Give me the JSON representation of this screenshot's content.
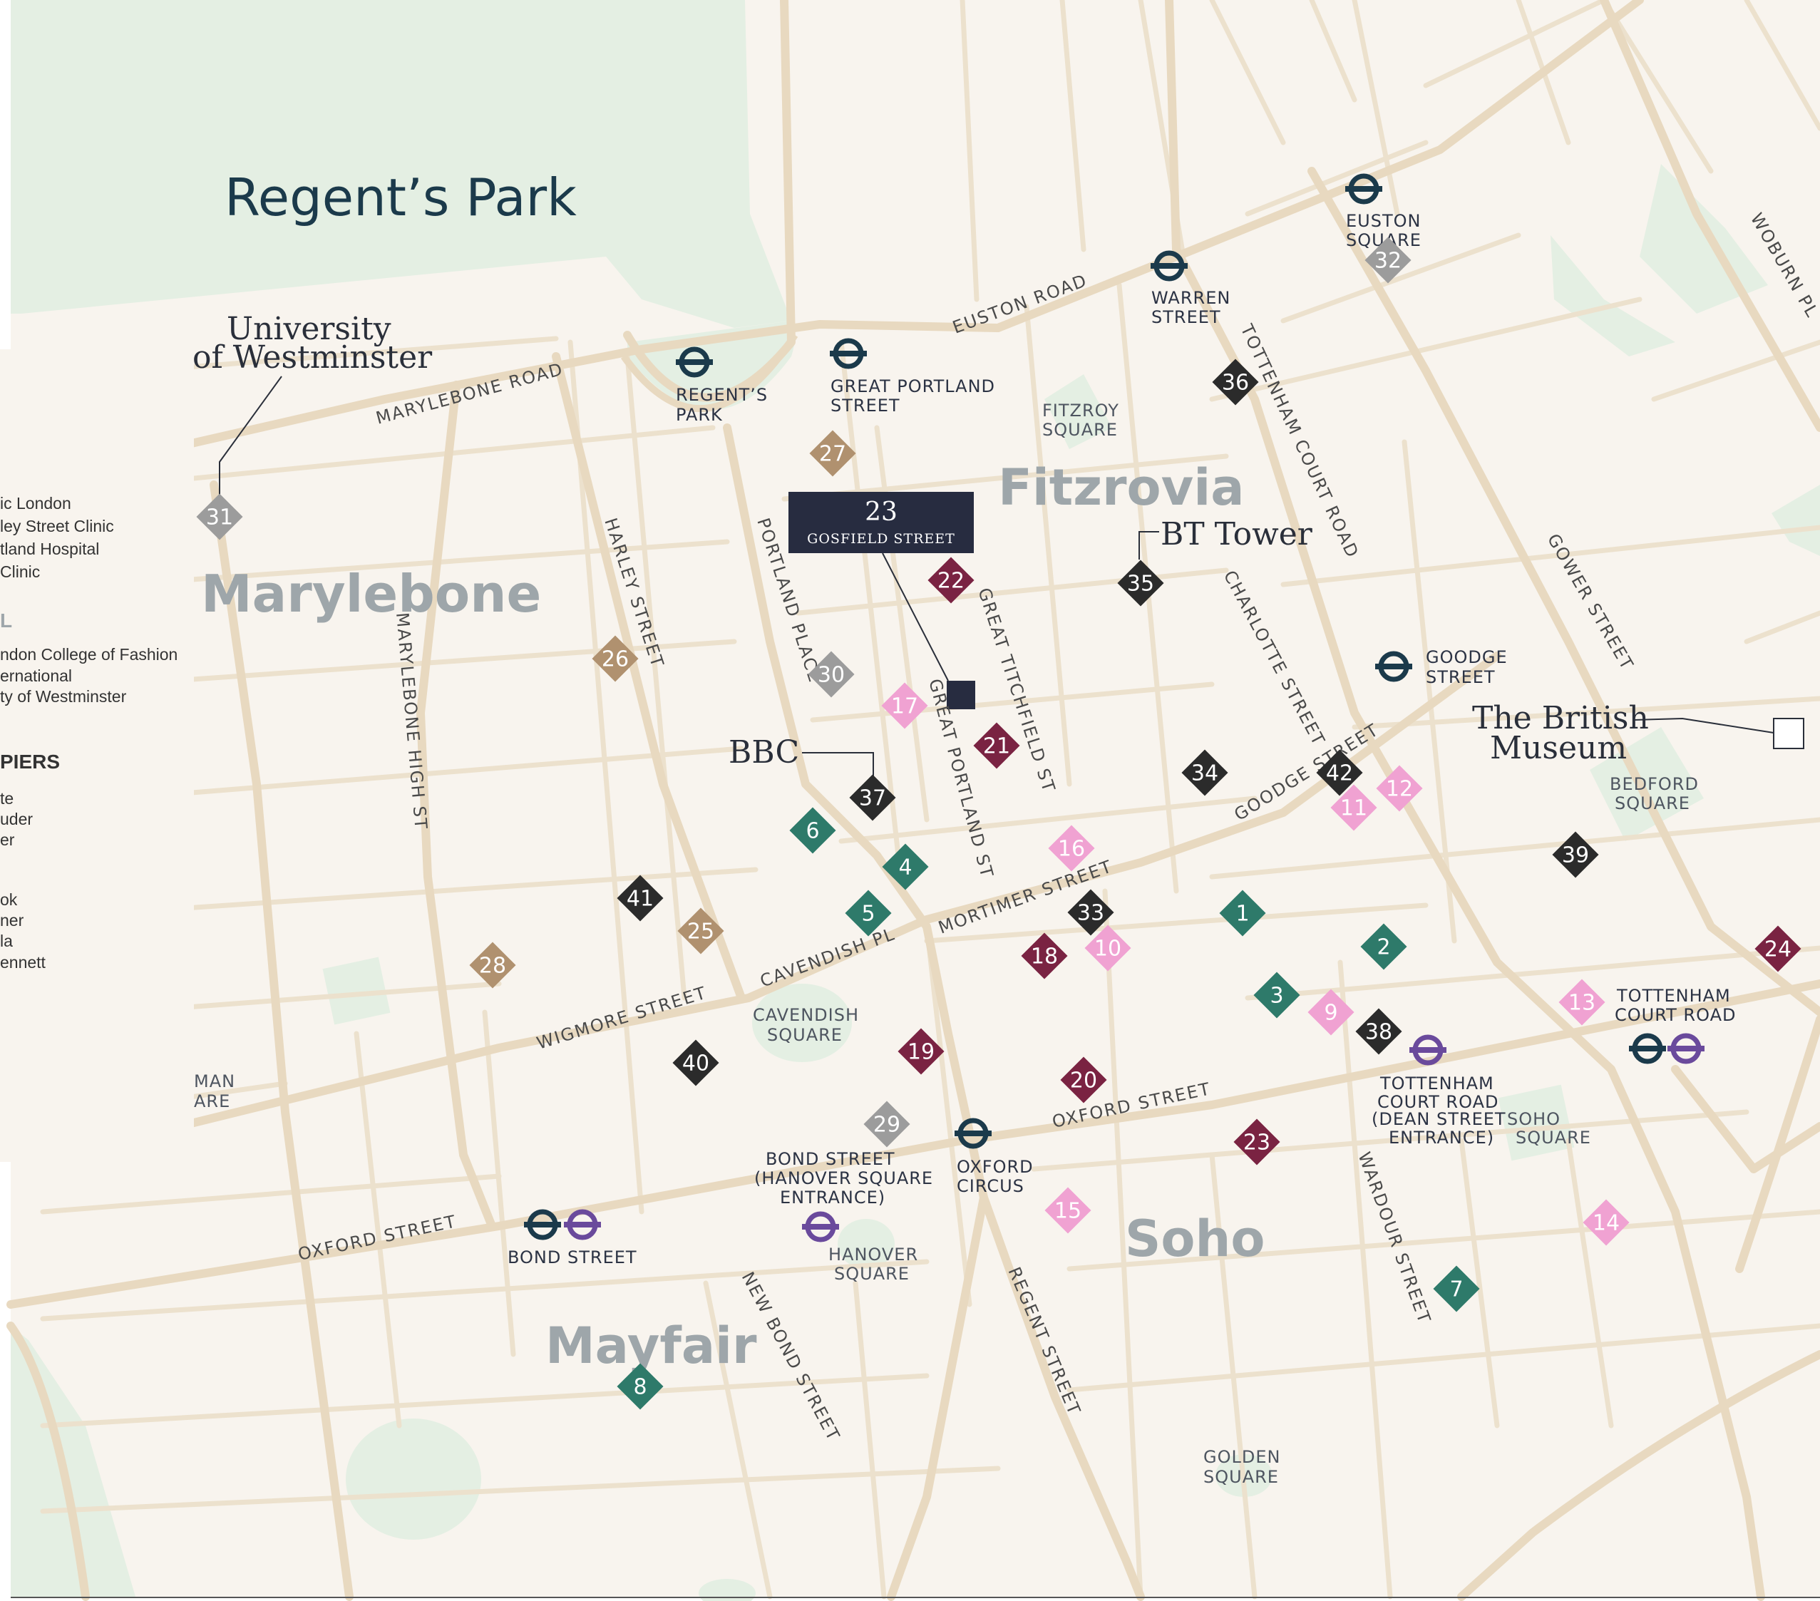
{
  "colors": {
    "background": "#f8f4ee",
    "park": "#e4efe3",
    "road": "#e8d9c0",
    "residential": "#2e7a6a",
    "retail": "#7a2342",
    "food": "#f0a2d2",
    "culture": "#2b2b2b",
    "medical": "#9c9c9c",
    "education": "#b0916f",
    "underground": "#1b3a4b",
    "elizabeth_line": "#6a4a9c",
    "site_box": "#272c40"
  },
  "title_park": "Regent’s Park",
  "districts": [
    "Marylebone",
    "Fitzrovia",
    "Soho",
    "Mayfair"
  ],
  "landmarks": {
    "westminster_line1": "University",
    "westminster_line2": "of Westminster",
    "bbc": "BBC",
    "bt_tower": "BT Tower",
    "museum_line1": "The British",
    "museum_line2": "Museum"
  },
  "site": {
    "number": "23",
    "name": "GOSFIELD STREET"
  },
  "streets": {
    "euston_road": "EUSTON ROAD",
    "marylebone_road": "MARYLEBONE ROAD",
    "harley_street": "HARLEY STREET",
    "portland_place": "PORTLAND PLACE",
    "marylebone_high_st": "MARYLEBONE HIGH ST",
    "great_titchfield_st": "GREAT TITCHFIELD ST",
    "great_portland_st": "GREAT PORTLAND ST",
    "charlotte_street": "CHARLOTTE STREET",
    "tottenham_court_road": "TOTTENHAM COURT ROAD",
    "gower_street": "GOWER STREET",
    "woburn_pl": "WOBURN PL",
    "goodge_street": "GOODGE STREET",
    "mortimer_street": "MORTIMER STREET",
    "cavendish_pl": "CAVENDISH PL",
    "wigmore_street": "WIGMORE STREET",
    "oxford_street_east": "OXFORD STREET",
    "oxford_street_west": "OXFORD STREET",
    "new_bond_street": "NEW BOND STREET",
    "regent_street": "REGENT STREET",
    "wardour_street": "WARDOUR STREET"
  },
  "stations": {
    "euston_square": [
      "EUSTON",
      "SQUARE"
    ],
    "warren_street": [
      "WARREN",
      "STREET"
    ],
    "regents_park": [
      "REGENT’S",
      "PARK"
    ],
    "great_portland_street": [
      "GREAT PORTLAND",
      "STREET"
    ],
    "goodge_street": [
      "GOODGE",
      "STREET"
    ],
    "tottenham_court_road": [
      "TOTTENHAM",
      "COURT ROAD"
    ],
    "tcr_dean_street": [
      "TOTTENHAM",
      "COURT ROAD",
      "(DEAN STREET",
      "ENTRANCE)"
    ],
    "oxford_circus": [
      "OXFORD",
      "CIRCUS"
    ],
    "bond_street_hanover": [
      "BOND STREET",
      "(HANOVER SQUARE",
      "ENTRANCE)"
    ],
    "bond_street": [
      "BOND STREET"
    ]
  },
  "squares": {
    "fitzroy_square": [
      "FITZROY",
      "SQUARE"
    ],
    "bedford_square": [
      "BEDFORD",
      "SQUARE"
    ],
    "cavendish_square": [
      "CAVENDISH",
      "SQUARE"
    ],
    "soho_square": [
      "SOHO",
      "SQUARE"
    ],
    "hanover_square": [
      "HANOVER",
      "SQUARE"
    ],
    "golden_square": [
      "GOLDEN",
      "SQUARE"
    ],
    "manchester_square": [
      "MAN",
      "ARE"
    ]
  },
  "legend": {
    "lines": [
      "ic London",
      "ley Street Clinic",
      "tland Hospital",
      "Clinic"
    ],
    "section_l": "L",
    "lines2": [
      "ndon College of Fashion",
      "ernational",
      "ty of Westminster"
    ],
    "section_piers": "PIERS",
    "lines3": [
      "te",
      "uder",
      "er",
      "ok",
      "ner",
      "la",
      "ennett"
    ]
  },
  "markers": [
    {
      "n": "1",
      "cat": "residential"
    },
    {
      "n": "2",
      "cat": "residential"
    },
    {
      "n": "3",
      "cat": "residential"
    },
    {
      "n": "4",
      "cat": "residential"
    },
    {
      "n": "5",
      "cat": "residential"
    },
    {
      "n": "6",
      "cat": "residential"
    },
    {
      "n": "7",
      "cat": "residential"
    },
    {
      "n": "8",
      "cat": "residential"
    },
    {
      "n": "9",
      "cat": "food"
    },
    {
      "n": "10",
      "cat": "food"
    },
    {
      "n": "11",
      "cat": "food"
    },
    {
      "n": "12",
      "cat": "food"
    },
    {
      "n": "13",
      "cat": "food"
    },
    {
      "n": "14",
      "cat": "food"
    },
    {
      "n": "15",
      "cat": "food"
    },
    {
      "n": "16",
      "cat": "food"
    },
    {
      "n": "17",
      "cat": "food"
    },
    {
      "n": "18",
      "cat": "retail"
    },
    {
      "n": "19",
      "cat": "retail"
    },
    {
      "n": "20",
      "cat": "retail"
    },
    {
      "n": "21",
      "cat": "retail"
    },
    {
      "n": "22",
      "cat": "retail"
    },
    {
      "n": "23",
      "cat": "retail"
    },
    {
      "n": "24",
      "cat": "retail"
    },
    {
      "n": "25",
      "cat": "education"
    },
    {
      "n": "26",
      "cat": "education"
    },
    {
      "n": "27",
      "cat": "education"
    },
    {
      "n": "28",
      "cat": "education"
    },
    {
      "n": "29",
      "cat": "medical"
    },
    {
      "n": "30",
      "cat": "medical"
    },
    {
      "n": "31",
      "cat": "medical"
    },
    {
      "n": "32",
      "cat": "medical"
    },
    {
      "n": "33",
      "cat": "culture"
    },
    {
      "n": "34",
      "cat": "culture"
    },
    {
      "n": "35",
      "cat": "culture"
    },
    {
      "n": "36",
      "cat": "culture"
    },
    {
      "n": "37",
      "cat": "culture"
    },
    {
      "n": "38",
      "cat": "culture"
    },
    {
      "n": "39",
      "cat": "culture"
    },
    {
      "n": "40",
      "cat": "culture"
    },
    {
      "n": "41",
      "cat": "culture"
    },
    {
      "n": "42",
      "cat": "culture"
    }
  ]
}
